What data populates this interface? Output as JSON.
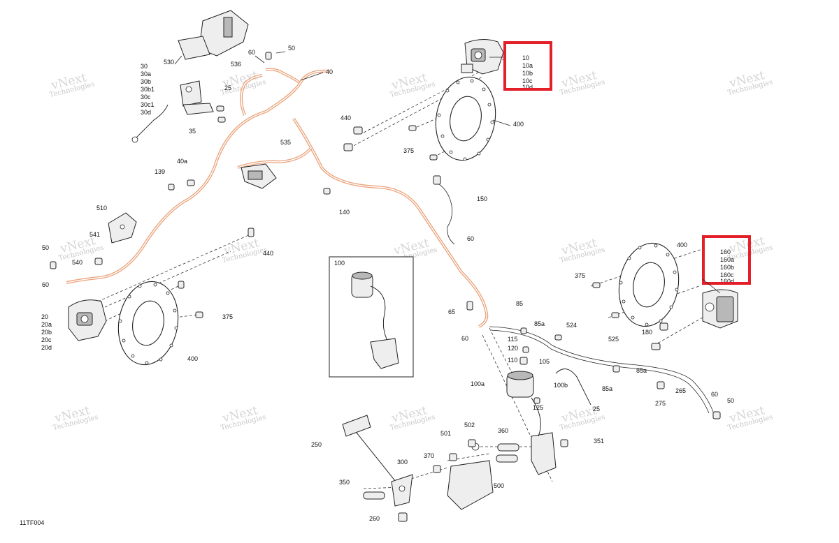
{
  "diagram": {
    "part_labels": [
      "530",
      "60",
      "50",
      "536",
      "40",
      "30",
      "30a",
      "30b",
      "30b1",
      "30c",
      "30c1",
      "30d",
      "25",
      "35",
      "535",
      "440",
      "400",
      "375",
      "139",
      "40a",
      "140",
      "510",
      "541",
      "540",
      "50",
      "60",
      "440",
      "150",
      "60",
      "100",
      "65",
      "85",
      "85a",
      "524",
      "20",
      "20a",
      "20b",
      "20c",
      "20d",
      "375",
      "400",
      "60",
      "115",
      "120",
      "110",
      "105",
      "525",
      "100a",
      "100b",
      "125",
      "25",
      "85a",
      "85a",
      "275",
      "265",
      "60",
      "50",
      "180",
      "400",
      "375",
      "250",
      "501",
      "502",
      "360",
      "351",
      "370",
      "300",
      "350",
      "500",
      "260"
    ],
    "highlighted_groups": [
      {
        "codes": [
          "10",
          "10a",
          "10b",
          "10c",
          "10d"
        ]
      },
      {
        "codes": [
          "160",
          "160a",
          "160b",
          "160c",
          "160d"
        ]
      }
    ],
    "watermark": {
      "line1": "vNext",
      "line2": "Technologies"
    },
    "figure_id": "11TF004",
    "colors": {
      "highlight": "#e3202a",
      "hose": "#e9a27a",
      "lines": "#222222"
    }
  }
}
